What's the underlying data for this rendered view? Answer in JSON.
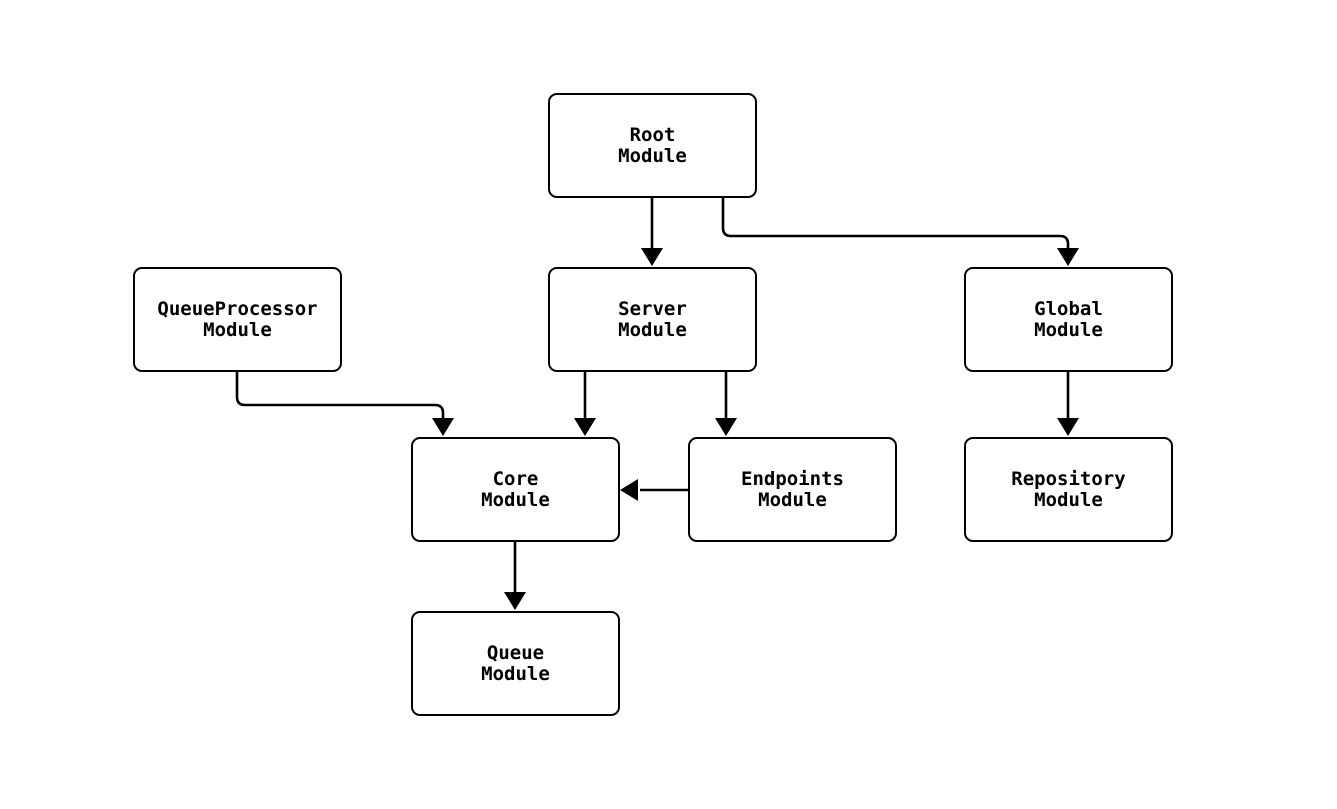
{
  "diagram": {
    "type": "module-dependency-graph",
    "background_color": "#ffffff",
    "node_fill_color": "#ffffff",
    "stroke_color": "#000000",
    "nodes": [
      {
        "id": "root-module",
        "line1": "Root",
        "line2": "Module"
      },
      {
        "id": "queueprocessor-module",
        "line1": "QueueProcessor",
        "line2": "Module"
      },
      {
        "id": "server-module",
        "line1": "Server",
        "line2": "Module"
      },
      {
        "id": "global-module",
        "line1": "Global",
        "line2": "Module"
      },
      {
        "id": "core-module",
        "line1": "Core",
        "line2": "Module"
      },
      {
        "id": "endpoints-module",
        "line1": "Endpoints",
        "line2": "Module"
      },
      {
        "id": "repository-module",
        "line1": "Repository",
        "line2": "Module"
      },
      {
        "id": "queue-module",
        "line1": "Queue",
        "line2": "Module"
      }
    ],
    "edges": [
      {
        "from": "Root Module",
        "to": "Server Module"
      },
      {
        "from": "Root Module",
        "to": "Global Module"
      },
      {
        "from": "QueueProcessor Module",
        "to": "Core Module"
      },
      {
        "from": "Server Module",
        "to": "Core Module"
      },
      {
        "from": "Server Module",
        "to": "Endpoints Module"
      },
      {
        "from": "Endpoints Module",
        "to": "Core Module"
      },
      {
        "from": "Global Module",
        "to": "Repository Module"
      },
      {
        "from": "Core Module",
        "to": "Queue Module"
      }
    ]
  }
}
